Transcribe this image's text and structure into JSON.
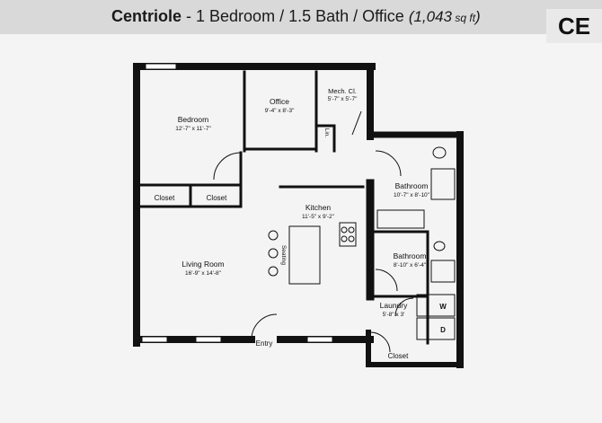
{
  "header": {
    "name": "Centriole",
    "sep": " - ",
    "desc": "1 Bedroom / 1.5 Bath / Office ",
    "area_num": "(1,043",
    "area_unit": " sq ft",
    "area_close": ")",
    "badge": "CE"
  },
  "rooms": {
    "bedroom": {
      "name": "Bedroom",
      "dims": "12'-7\" x 11'-7\""
    },
    "office": {
      "name": "Office",
      "dims": "9'-4\" x 8'-3\""
    },
    "mech": {
      "name": "Mech. Cl.",
      "dims": "5'-7\" x 5'-7\""
    },
    "lin": {
      "name": "Lin."
    },
    "bathroom1": {
      "name": "Bathroom",
      "dims": "10'-7\" x 8'-10\""
    },
    "bathroom2": {
      "name": "Bathroom",
      "dims": "8'-10\" x 6'-4\""
    },
    "kitchen": {
      "name": "Kitchen",
      "dims": "11'-5\" x 9'-2\""
    },
    "living": {
      "name": "Living Room",
      "dims": "16'-9\" x 14'-8\""
    },
    "laundry": {
      "name": "Laundry",
      "dims": "5'-8\" x 3'"
    },
    "closet1": {
      "name": "Closet"
    },
    "closet2": {
      "name": "Closet"
    },
    "closet3": {
      "name": "Closet"
    },
    "seating": {
      "name": "Seating"
    },
    "entry": {
      "name": "Entry"
    },
    "washer": {
      "name": "W"
    },
    "dryer": {
      "name": "D"
    }
  }
}
